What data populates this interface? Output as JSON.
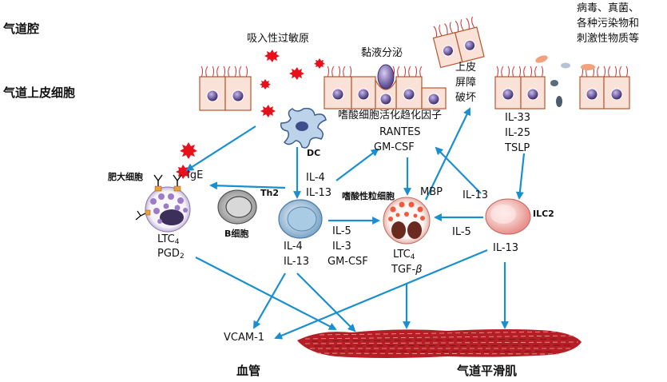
{
  "left_labels": {
    "airway_lumen": "气道腔",
    "airway_epithelium": "气道上皮细胞"
  },
  "top": {
    "inhaled_allergen": "吸入性过敏原",
    "mucus_secretion": "黏液分泌",
    "barrier_line1": "上皮",
    "barrier_line2": "屏障",
    "barrier_line3": "破坏",
    "triggers": [
      "病毒、真菌、",
      "各种污染物和",
      "刺激性物质等"
    ]
  },
  "dc": "DC",
  "eos_chemo": {
    "title": "嗜酸细胞活化趋化因子",
    "items": [
      "RANTES",
      "GM-CSF"
    ]
  },
  "epi_cytokines": [
    "IL-33",
    "IL-25",
    "TSLP"
  ],
  "mast": {
    "name": "肥大细胞",
    "ige": "IgE",
    "med1": "LTC",
    "med1_sub": "4",
    "med2": "PGD",
    "med2_sub": "2"
  },
  "bcell": "B细胞",
  "th2": {
    "name": "Th2",
    "above": [
      "IL-4",
      "IL-13"
    ],
    "below": [
      "IL-4",
      "IL-13"
    ],
    "right": [
      "IL-5",
      "IL-3",
      "GM-CSF"
    ]
  },
  "eosinophil": {
    "name": "嗜酸性粒细胞",
    "med1": "LTC",
    "med1_sub": "4",
    "med2_prefix": "TGF-",
    "med2_greek": "β"
  },
  "mbp": "MBP",
  "ilc2": {
    "name": "ILC2",
    "up": "IL-13",
    "left": "IL-5",
    "down": "IL-13"
  },
  "targets": {
    "vcam": "VCAM-1",
    "vessel": "血管",
    "smooth_muscle": "气道平滑肌"
  },
  "colors": {
    "arrow": "#1a8fd0",
    "allergen": "#e8101a",
    "epithelial_cell": "#fbe2d8",
    "cell_nucleus": "#4d3d78",
    "cilia": "#d23030",
    "mast_granule": "#9d7cc6",
    "eos_granule": "#f05a3c",
    "eos_nucleus": "#6b2a20",
    "th2_fill": "#a9cbe4",
    "ilc2_fill": "#f4b2ad",
    "muscle": "#b51e25"
  }
}
